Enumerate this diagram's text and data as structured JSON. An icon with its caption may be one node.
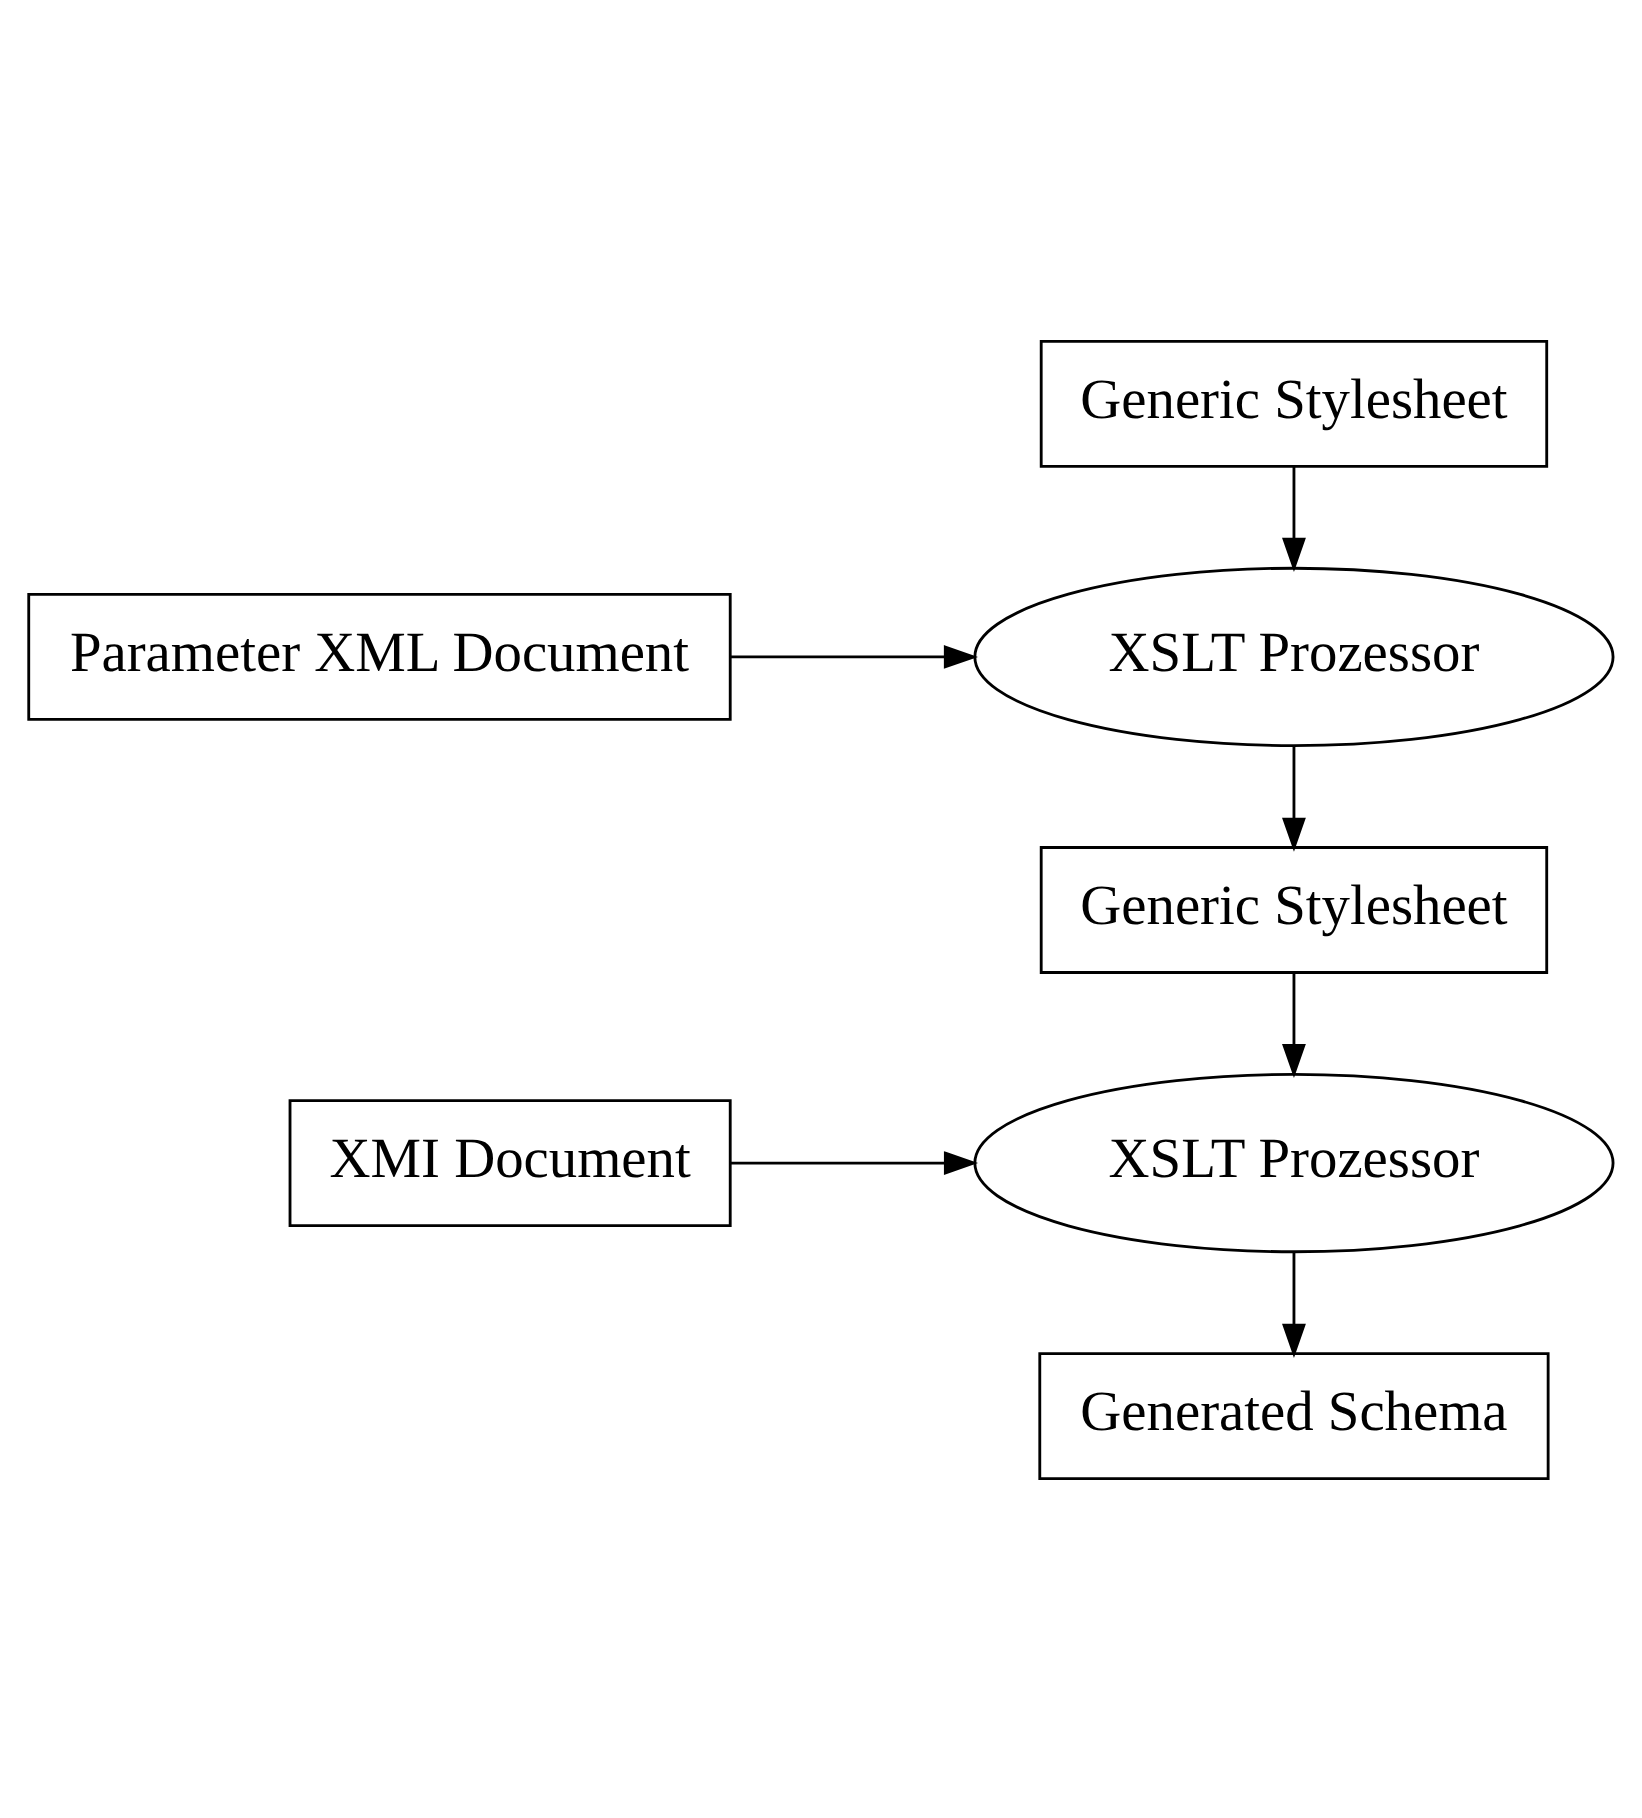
{
  "diagram": {
    "nodes": [
      {
        "text": [
          "Generic Stylesheet"
        ]
      },
      {
        "text": [
          "Parameter XML Document"
        ]
      },
      {
        "text": [
          "XSLT Prozessor"
        ]
      },
      {
        "text": [
          "Generic Stylesheet"
        ]
      },
      {
        "text": [
          "XMI Document"
        ]
      },
      {
        "text": [
          "XSLT Prozessor"
        ]
      },
      {
        "text": [
          "Generated Schema"
        ]
      }
    ],
    "edges": [
      {
        "from": 0,
        "to": 2,
        "arrow": "to"
      },
      {
        "from": 1,
        "to": 2,
        "arrow": "to"
      },
      {
        "from": 2,
        "to": 3,
        "arrow": "to"
      },
      {
        "from": 3,
        "to": 5,
        "arrow": "to"
      },
      {
        "from": 4,
        "to": 5,
        "arrow": "to"
      },
      {
        "from": 5,
        "to": 6,
        "arrow": "to"
      }
    ]
  }
}
